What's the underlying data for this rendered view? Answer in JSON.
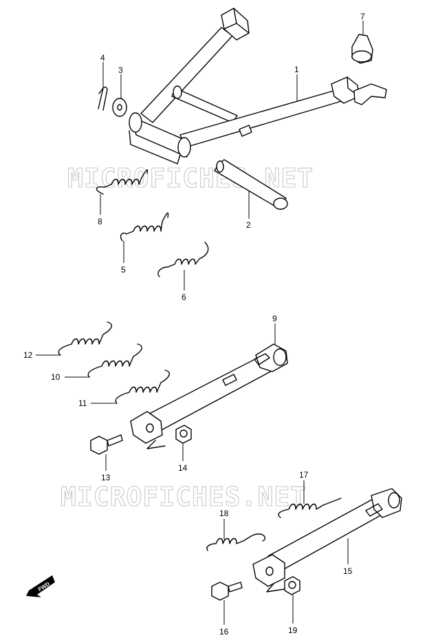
{
  "watermark": "MICROFICHES.NET",
  "fwd_badge": "FWD",
  "callouts": {
    "c1": "1",
    "c2": "2",
    "c3": "3",
    "c4": "4",
    "c5": "5",
    "c6": "6",
    "c7": "7",
    "c8": "8",
    "c9": "9",
    "c10": "10",
    "c11": "11",
    "c12": "12",
    "c13": "13",
    "c14": "14",
    "c15": "15",
    "c16": "16",
    "c17": "17",
    "c18": "18",
    "c19": "19"
  }
}
